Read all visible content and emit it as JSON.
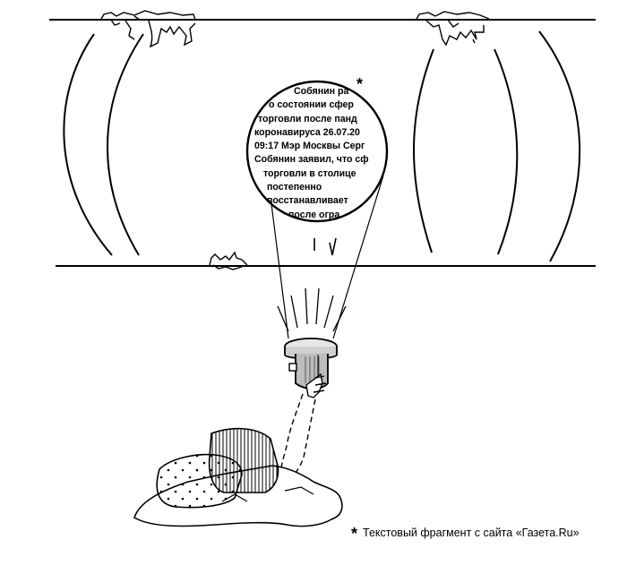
{
  "lens": {
    "marker": "*",
    "lines": [
      "Собянин ра",
      "о состоянии сфер",
      "торговли после панд",
      "коронавируса 26.07.20",
      "09:17 Мэр Москвы Серг",
      "Собянин заявил, что сф",
      "торговли в столице",
      "постепенно",
      "восстанавливает",
      "после огра"
    ]
  },
  "footnote": {
    "marker": "*",
    "text": "Текстовый фрагмент с сайта «Газета.Ru»"
  }
}
